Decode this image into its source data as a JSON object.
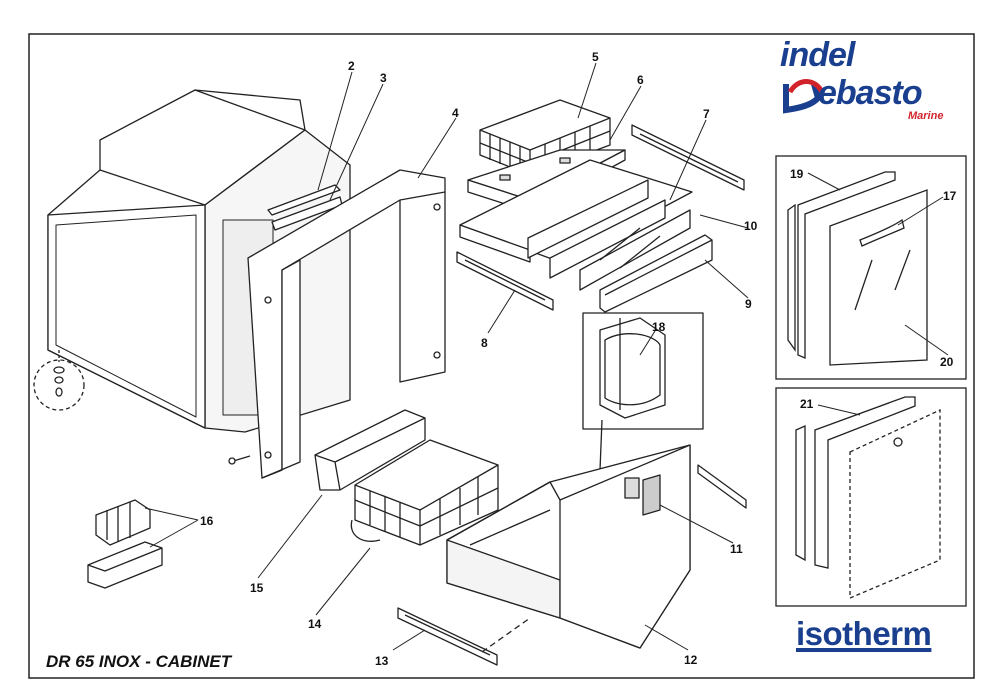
{
  "title": "DR 65 INOX - CABINET",
  "brand": {
    "indel": "indel",
    "webasto": "ebasto",
    "marine": "Marine",
    "isotherm": "isotherm",
    "colors": {
      "blue": "#1a3f8f",
      "red": "#d3232a"
    }
  },
  "callouts": {
    "c2": "2",
    "c3": "3",
    "c4": "4",
    "c5": "5",
    "c6": "6",
    "c7": "7",
    "c8": "8",
    "c9": "9",
    "c10": "10",
    "c11": "11",
    "c12": "12",
    "c13": "13",
    "c14": "14",
    "c15": "15",
    "c16": "16",
    "c17": "17",
    "c18": "18",
    "c19": "19",
    "c20": "20",
    "c21": "21"
  }
}
